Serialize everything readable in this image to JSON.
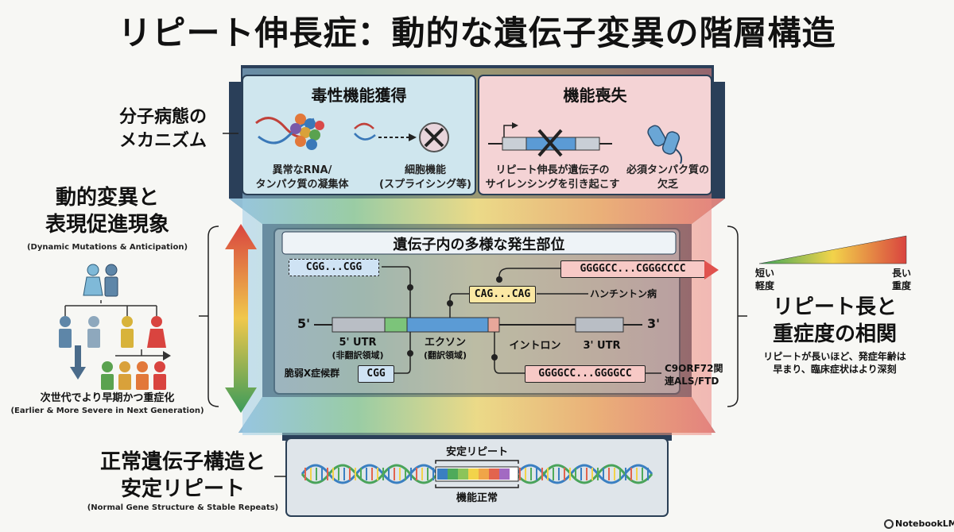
{
  "title": "リピート伸長症：動的な遺伝子変異の階層構造",
  "mechanism": {
    "section_label": [
      "分子病態の",
      "メカニズム"
    ],
    "gain": {
      "title": "毒性機能獲得",
      "item1": [
        "異常なRNA/",
        "タンパク質の凝集体"
      ],
      "item2": [
        "細胞機能",
        "(スプライシング等)"
      ]
    },
    "loss": {
      "title": "機能喪失",
      "item1": [
        "リピート伸長が遺伝子の",
        "サイレンシングを引き起こす"
      ],
      "item2": [
        "必須タンパク質の",
        "欠乏"
      ]
    }
  },
  "dynamic": {
    "label": [
      "動的変異と",
      "表現促進現象"
    ],
    "label_en": "(Dynamic Mutations & Anticipation)",
    "caption": "次世代でより早期かつ重症化",
    "caption_en": "(Earlier & More Severe in Next Generation)"
  },
  "sites": {
    "title": "遺伝子内の多様な発生部位",
    "five_prime": "5'",
    "three_prime": "3'",
    "utr5": "5' UTR",
    "utr5_sub": "(非翻訳領域)",
    "exon": "エクソン",
    "exon_sub": "(翻訳領域)",
    "intron": "イントロン",
    "utr3": "3' UTR",
    "rep_cgg_top": "CGG...CGG",
    "rep_g4c2_top": "GGGGCC...CGGGCCCC",
    "rep_cag": "CAG...CAG",
    "huntington": "ハンチントン病",
    "fragile_x": "脆弱X症候群",
    "rep_cgg_bottom": "CGG",
    "rep_g4c2_bottom": "GGGGCC...GGGGCC",
    "c9": [
      "C9ORF72関",
      "連ALS/FTD"
    ]
  },
  "severity": {
    "short": [
      "短い",
      "軽度"
    ],
    "long": [
      "長い",
      "重度"
    ],
    "label": [
      "リピート長と",
      "重症度の相関"
    ],
    "desc": [
      "リピートが長いほど、発症年齢は",
      "早まり、臨床症状はより深刻"
    ]
  },
  "normal": {
    "label": [
      "正常遺伝子構造と",
      "安定リピート"
    ],
    "label_en": "(Normal Gene Structure & Stable Repeats)",
    "stable": "安定リピート",
    "normal_func": "機能正常"
  },
  "brand": "NotebookLM",
  "colors": {
    "gain": "#cfe6ee",
    "loss": "#f4d3d5",
    "green": "#7cc47a",
    "yellow": "#f5d66a",
    "red": "#e0524e",
    "blue": "#5b9bd5"
  }
}
